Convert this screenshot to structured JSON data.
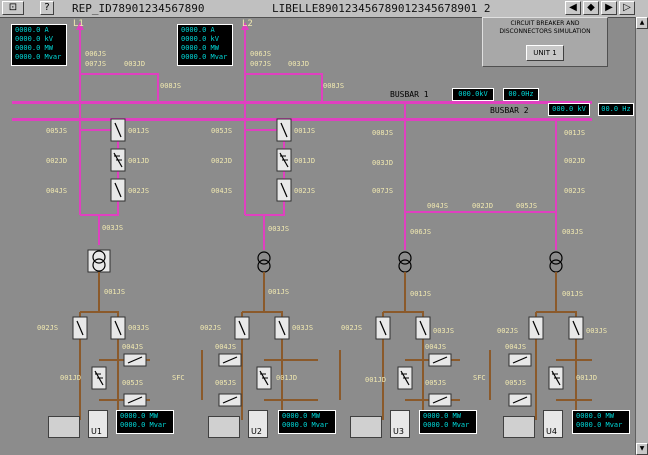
{
  "titlebar": {
    "menu_icon": "window-menu-icon",
    "help_label": "?",
    "rep_text": "REP_ID78901234567890",
    "libelle_text": "LIBELLE890123456789012345678901 2",
    "nav_icons": [
      "back-icon",
      "up-icon",
      "forward-icon",
      "next-icon"
    ]
  },
  "panel": {
    "title": "CIRCUIT BREAKER AND\nDISCONNECTORS SIMULATION",
    "unit_button": "UNIT 1"
  },
  "lines": [
    {
      "label": "L1",
      "readout": "0000.0 A\n0000.0 kV\n0000.0 MW\n0000.0 Mvar"
    },
    {
      "label": "L2",
      "readout": "0000.0 A\n0000.0 kV\n0000.0 MW\n0000.0 Mvar"
    }
  ],
  "busbars": [
    {
      "label": "BUSBAR 1",
      "kv": "000.0kV",
      "hz": "00.0Hz"
    },
    {
      "label": "BUSBAR 2",
      "kv": "000.0 kV",
      "hz": "00.0 Hz"
    }
  ],
  "tags": {
    "t006": "006JS",
    "t007": "007JS",
    "t003jd": "003JD",
    "t008": "008JS",
    "t005": "005JS",
    "t001": "001JS",
    "t002jd": "002JD",
    "t001jd": "001JD",
    "t004": "004JS",
    "t002": "002JS",
    "t003": "003JS",
    "t004js": "004JS",
    "t005js": "005JS",
    "t006js": "006JS",
    "t002jdb": "002JD",
    "sfc": "SFC"
  },
  "units": [
    {
      "label": "U1",
      "readout": "0000.0 MW\n0000.0 Mvar"
    },
    {
      "label": "U2",
      "readout": "0000.0 MW\n0000.0 Mvar"
    },
    {
      "label": "U3",
      "readout": "0000.0 MW\n0000.0 Mvar"
    },
    {
      "label": "U4",
      "readout": "0000.0 MW\n0000.0 Mvar"
    }
  ],
  "colors": {
    "background": "#8c8c8c",
    "busbar": "#e040c0",
    "lower_circuit": "#8b5a2b",
    "readout_text": "#00d8d8",
    "label_text": "#f0e8b0"
  }
}
